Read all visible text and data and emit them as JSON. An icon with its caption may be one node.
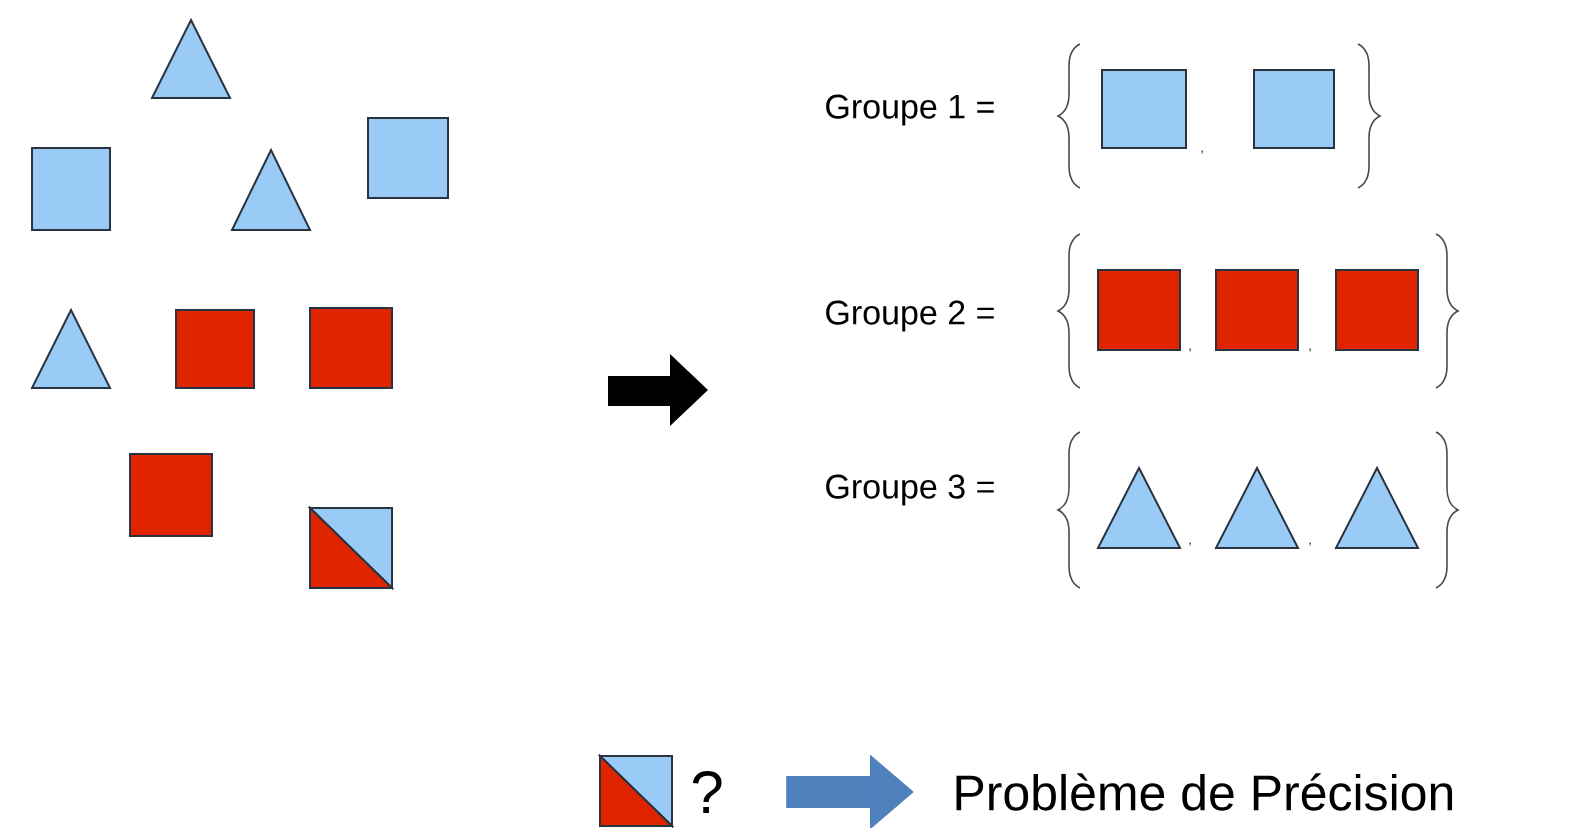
{
  "diagram": {
    "nodes": [
      {
        "text": [
          "?"
        ]
      },
      {
        "text": [
          "Problème de Précision"
        ]
      }
    ],
    "edges": [
      {
        "from": 0,
        "to": 1,
        "arrow": "to",
        "color": "#4f81bd"
      }
    ],
    "labels": [
      "Groupe 1 =",
      ",",
      "Groupe 2 =",
      ",",
      ",",
      "Groupe 3 =",
      ",",
      ","
    ]
  }
}
